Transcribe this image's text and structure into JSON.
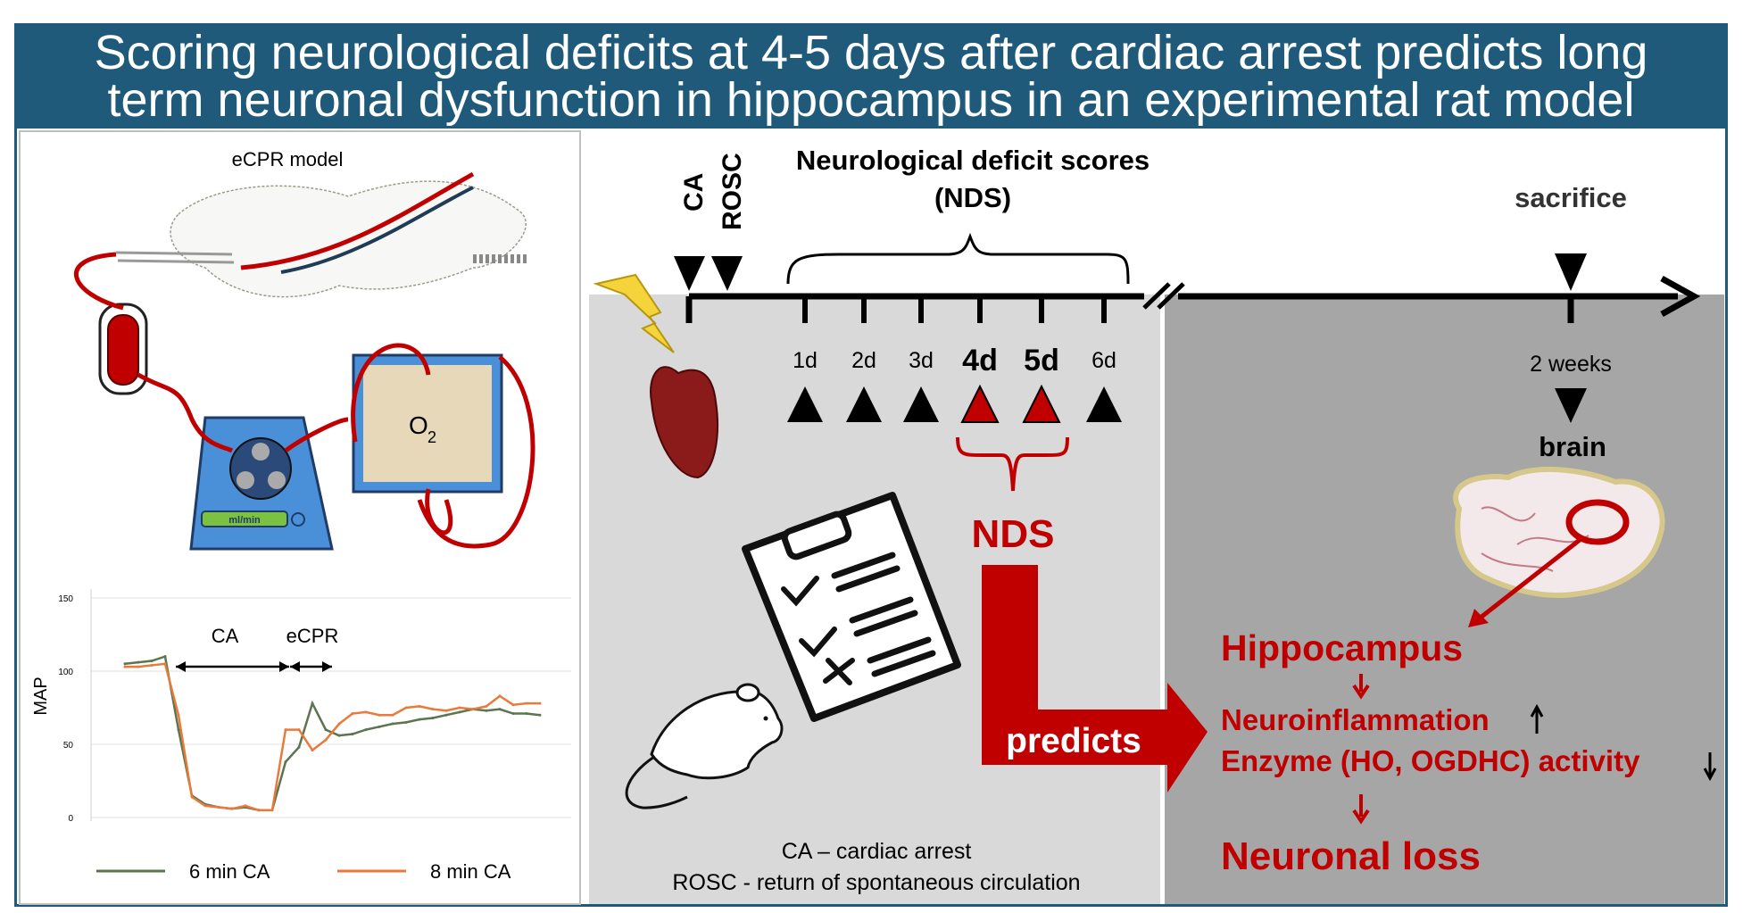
{
  "title": {
    "line1": "Scoring neurological deficits at 4-5 days after cardiac arrest predicts long",
    "line2": "term neuronal dysfunction in hippocampus in an experimental rat model"
  },
  "left_panel": {
    "model_title": "eCPR model",
    "oxygenator_label": "O",
    "oxygenator_sub": "2",
    "pump_label": "ml/min"
  },
  "chart_data": {
    "type": "line",
    "ylabel": "MAP",
    "ylim": [
      0,
      150
    ],
    "yticks": [
      0,
      50,
      100,
      150
    ],
    "annotations": [
      "CA",
      "eCPR"
    ],
    "x": [
      1,
      2,
      3,
      4,
      5,
      6,
      7,
      8,
      9,
      10,
      11,
      12,
      13,
      14,
      15,
      16,
      17,
      18,
      19,
      20,
      21,
      22,
      23,
      24,
      25,
      26,
      27,
      28,
      29,
      30,
      31,
      32
    ],
    "series": [
      {
        "name": "6 min CA",
        "values": [
          105,
          106,
          107,
          110,
          60,
          15,
          9,
          7,
          6,
          7,
          5,
          5,
          38,
          48,
          78,
          60,
          56,
          57,
          60,
          62,
          64,
          65,
          67,
          68,
          70,
          72,
          74,
          73,
          74,
          71,
          71,
          70
        ]
      },
      {
        "name": "8 min CA",
        "values": [
          103,
          103,
          104,
          105,
          70,
          14,
          8,
          7,
          6,
          8,
          5,
          5,
          60,
          60,
          46,
          53,
          64,
          71,
          72,
          70,
          70,
          75,
          76,
          74,
          73,
          75,
          74,
          76,
          83,
          77,
          78,
          78
        ]
      }
    ],
    "colors": {
      "6 min CA": "#5b7550",
      "8 min CA": "#e87a3a"
    }
  },
  "timeline": {
    "header": "Neurological deficit scores",
    "header_abbr": "(NDS)",
    "ca": "CA",
    "rosc": "ROSC",
    "sacrifice": "sacrifice",
    "days": [
      "1d",
      "2d",
      "3d",
      "4d",
      "5d",
      "6d"
    ],
    "highlighted_days": [
      "4d",
      "5d"
    ],
    "weeks": "2 weeks",
    "brain": "brain"
  },
  "center": {
    "nds": "NDS",
    "predicts": "predicts",
    "legend_ca": "CA – cardiac arrest",
    "legend_rosc": "ROSC  - return of spontaneous circulation"
  },
  "outcomes": {
    "hippocampus": "Hippocampus",
    "neuroinflammation": "Neuroinflammation",
    "enzyme": "Enzyme (HO, OGDHC) activity",
    "neuronal_loss": "Neuronal loss"
  },
  "colors": {
    "banner": "#1f5a7a",
    "accent_red": "#c00000",
    "panel_light": "#d9d9d9",
    "panel_dark": "#a6a6a6"
  }
}
